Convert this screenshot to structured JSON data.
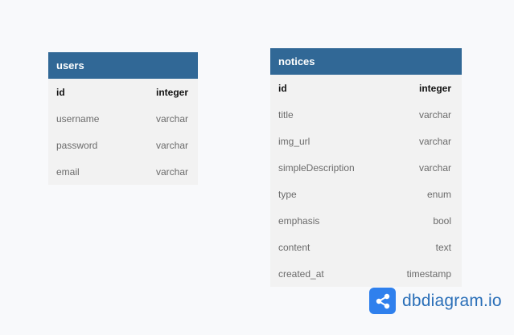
{
  "tables": {
    "users": {
      "name": "users",
      "columns": [
        {
          "name": "id",
          "type": "integer"
        },
        {
          "name": "username",
          "type": "varchar"
        },
        {
          "name": "password",
          "type": "varchar"
        },
        {
          "name": "email",
          "type": "varchar"
        }
      ]
    },
    "notices": {
      "name": "notices",
      "columns": [
        {
          "name": "id",
          "type": "integer"
        },
        {
          "name": "title",
          "type": "varchar"
        },
        {
          "name": "img_url",
          "type": "varchar"
        },
        {
          "name": "simpleDescription",
          "type": "varchar"
        },
        {
          "name": "type",
          "type": "enum"
        },
        {
          "name": "emphasis",
          "type": "bool"
        },
        {
          "name": "content",
          "type": "text"
        },
        {
          "name": "created_at",
          "type": "timestamp"
        }
      ]
    }
  },
  "branding": {
    "text": "dbdiagram.io",
    "logo_icon": "share-nodes-icon",
    "logo_color": "#2f80ed"
  },
  "colors": {
    "header": "#316896",
    "body": "#f2f2f2",
    "background": "#f8f9fb"
  }
}
